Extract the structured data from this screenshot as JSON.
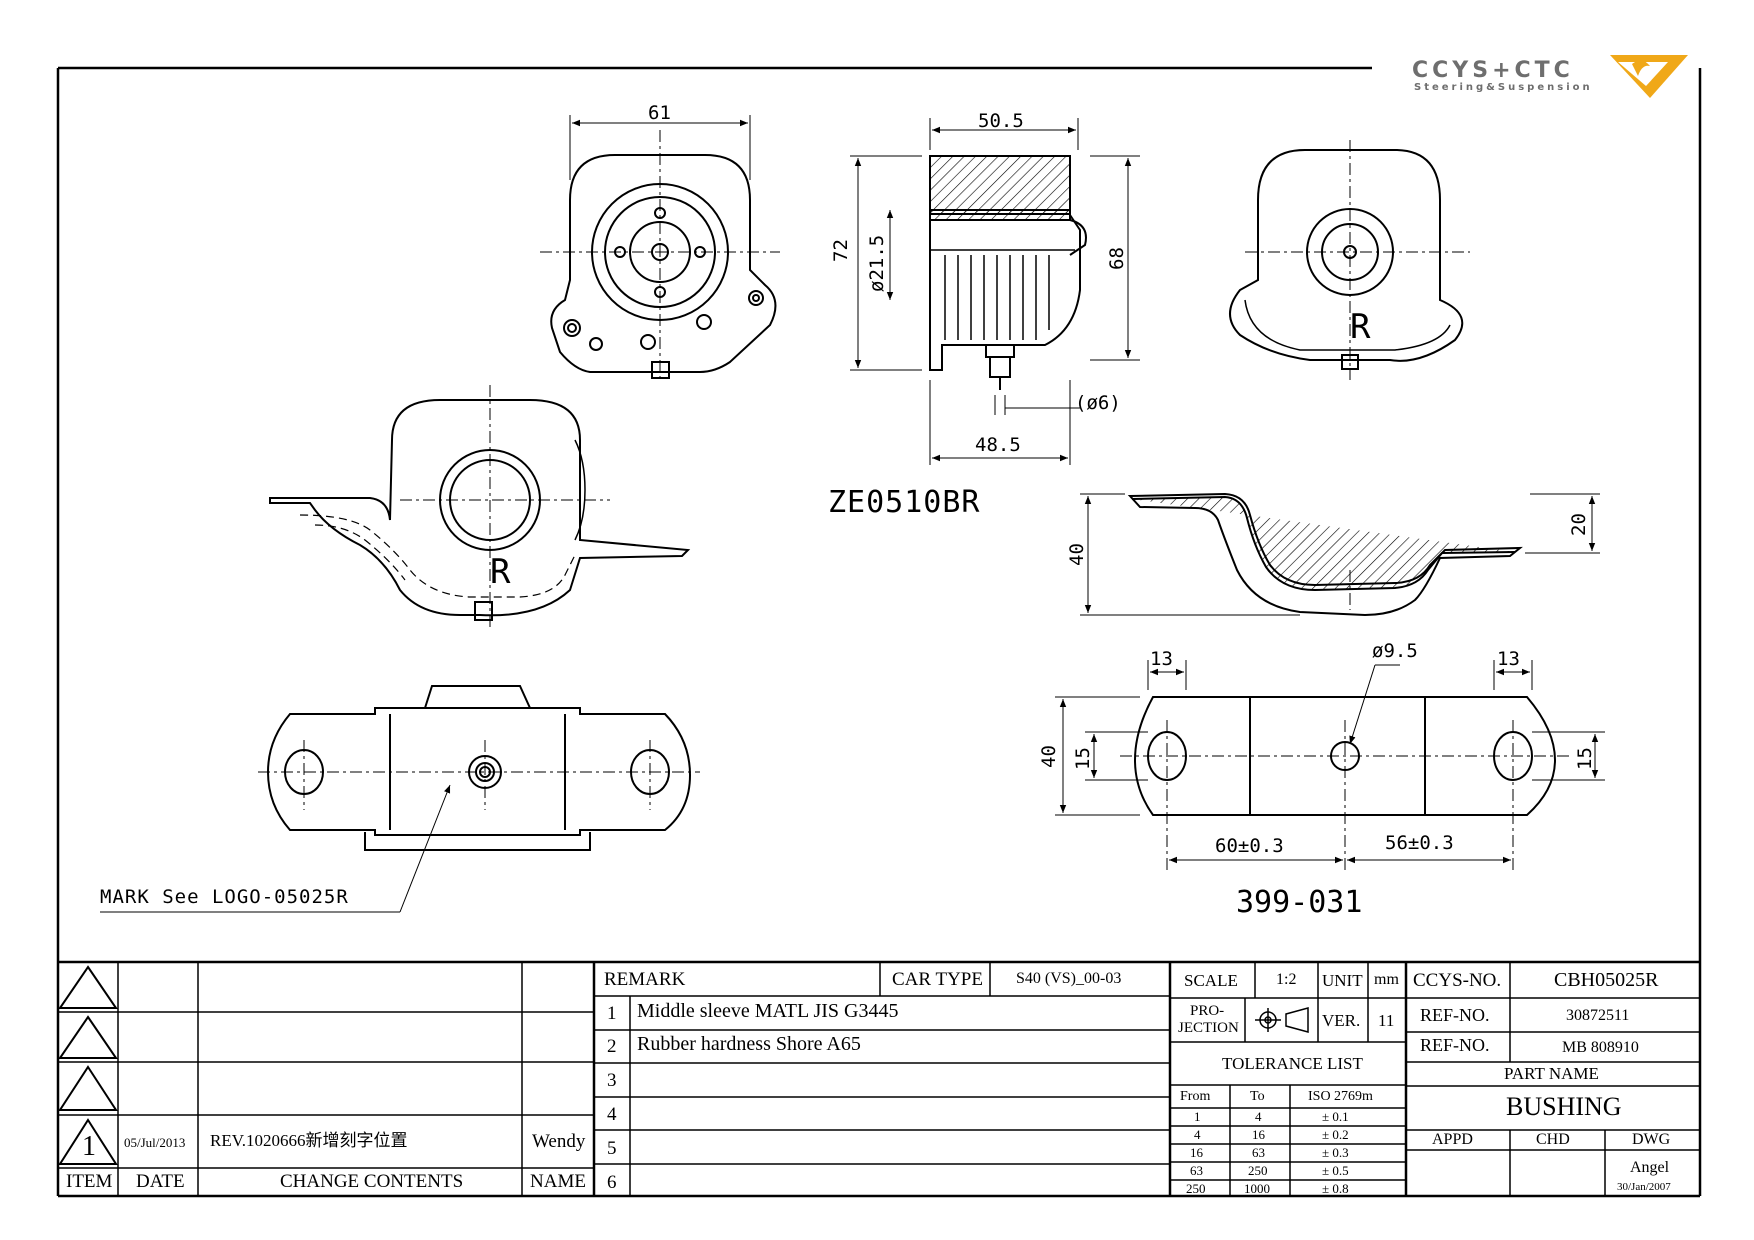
{
  "logo": {
    "brand": "CCYS+CTC",
    "tagline": "Steering&Suspension"
  },
  "views": {
    "dim_61": "61",
    "dim_50_5": "50.5",
    "dim_72": "72",
    "dim_d21_5": "ø21.5",
    "dim_68": "68",
    "dim_d6": "(ø6)",
    "dim_48_5": "48.5",
    "model": "ZE0510BR",
    "mark_r": "R",
    "dim_40_side": "40",
    "dim_20": "20",
    "dim_13_left": "13",
    "dim_d9_5": "ø9.5",
    "dim_13_right": "13",
    "dim_40_plan": "40",
    "dim_15_left": "15",
    "dim_15_right": "15",
    "dim_60": "60±0.3",
    "dim_56": "56±0.3",
    "part_code": "399-031",
    "mark_note": "MARK See LOGO-05025R"
  },
  "revision": {
    "header": {
      "item": "ITEM",
      "date": "DATE",
      "contents": "CHANGE CONTENTS",
      "name": "NAME"
    },
    "row1": {
      "item": "1",
      "date": "05/Jul/2013",
      "contents": "REV.1020666新增刻字位置",
      "name": "Wendy"
    }
  },
  "remarks": {
    "title": "REMARK",
    "car_type_label": "CAR TYPE",
    "car_type_value": "S40 (VS)_00-03",
    "items": [
      {
        "no": "1",
        "text": "Middle sleeve MATL JIS G3445"
      },
      {
        "no": "2",
        "text": "Rubber hardness Shore A65"
      },
      {
        "no": "3",
        "text": ""
      },
      {
        "no": "4",
        "text": ""
      },
      {
        "no": "5",
        "text": ""
      },
      {
        "no": "6",
        "text": ""
      }
    ]
  },
  "specs": {
    "scale_label": "SCALE",
    "scale_value": "1:2",
    "unit_label": "UNIT",
    "unit_value": "mm",
    "projection_label_1": "PRO-",
    "projection_label_2": "JECTION",
    "ver_label": "VER.",
    "ver_value": "11",
    "tolerance_title": "TOLERANCE LIST",
    "tol_headers": {
      "from": "From",
      "to": "To",
      "std": "ISO 2769m"
    },
    "tolerances": [
      {
        "from": "1",
        "to": "4",
        "tol": "± 0.1"
      },
      {
        "from": "4",
        "to": "16",
        "tol": "± 0.2"
      },
      {
        "from": "16",
        "to": "63",
        "tol": "± 0.3"
      },
      {
        "from": "63",
        "to": "250",
        "tol": "± 0.5"
      },
      {
        "from": "250",
        "to": "1000",
        "tol": "± 0.8"
      }
    ]
  },
  "title_block": {
    "ccys_label": "CCYS-NO.",
    "ccys_value": "CBH05025R",
    "ref1_label": "REF-NO.",
    "ref1_value": "30872511",
    "ref2_label": "REF-NO.",
    "ref2_value": "MB 808910",
    "part_name_label": "PART NAME",
    "part_name_value": "BUSHING",
    "appd_label": "APPD",
    "chd_label": "CHD",
    "dwg_label": "DWG",
    "dwg_value": "Angel",
    "dwg_date": "30/Jan/2007"
  }
}
